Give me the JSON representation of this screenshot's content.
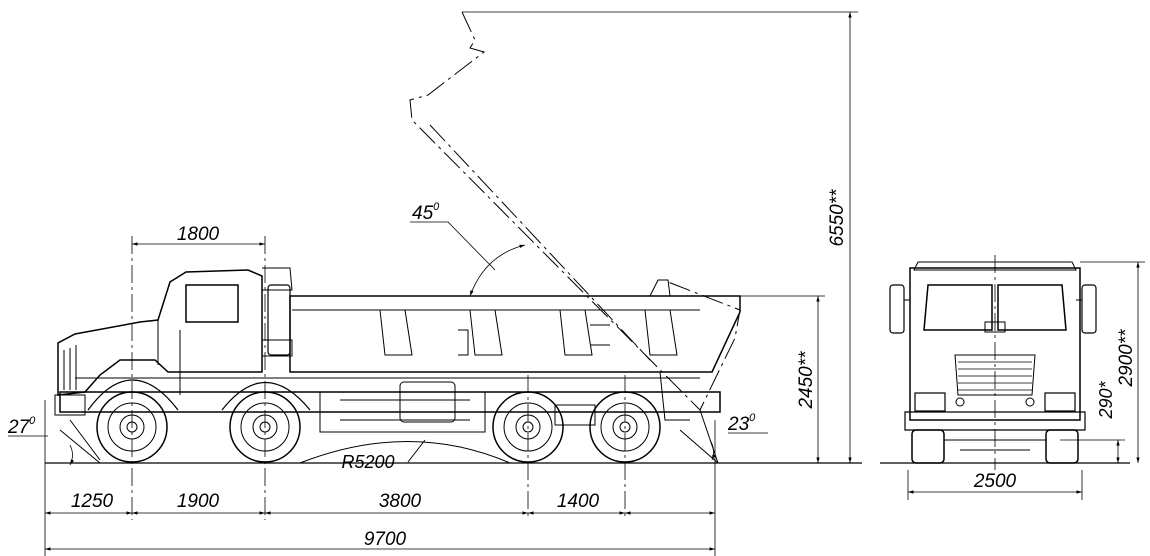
{
  "dimensions": {
    "front_overhang": "1250",
    "wheelbase_1_2": "1900",
    "wheelbase_2_3": "3800",
    "wheelbase_3_4": "1400",
    "overall_length": "9700",
    "cab_axle_offset": "1800",
    "body_height": "2450**",
    "tipped_height": "6550**",
    "overall_width": "2500",
    "front_height": "2900**",
    "ground_clearance": "290*",
    "approach_angle": "27",
    "departure_angle": "23",
    "tipping_angle": "45",
    "turning_radius": "R5200"
  },
  "angle_unit": "0"
}
